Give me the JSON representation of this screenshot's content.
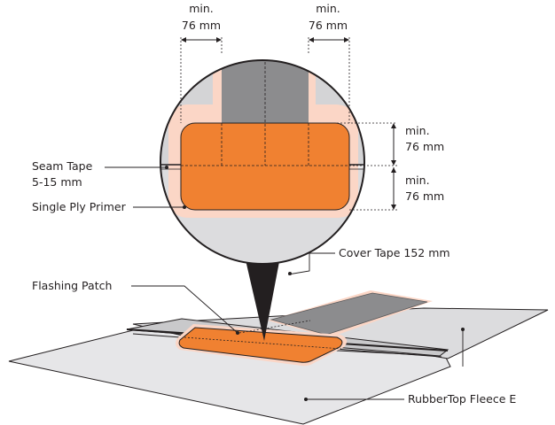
{
  "labels": {
    "dim_top_left": [
      "min.",
      "76 mm"
    ],
    "dim_top_right": [
      "min.",
      "76 mm"
    ],
    "dim_right_upper": [
      "min.",
      "76 mm"
    ],
    "dim_right_lower": [
      "min.",
      "76 mm"
    ],
    "seam_tape": [
      "Seam Tape",
      "5-15 mm"
    ],
    "single_ply_primer": "Single Ply Primer",
    "cover_tape": "Cover Tape 152 mm",
    "flashing_patch": "Flashing Patch",
    "rubbertop_fleece": "RubberTop Fleece E"
  },
  "colors": {
    "patch_orange": "#f08131",
    "primer_halo": "#fbd6c6",
    "cover_tape_grey": "#8c8c8e",
    "membrane_light": "#e8e8ea",
    "membrane_mid": "#d8d8da",
    "circle_bg": "#d4d4d6",
    "outline": "#231f20"
  }
}
